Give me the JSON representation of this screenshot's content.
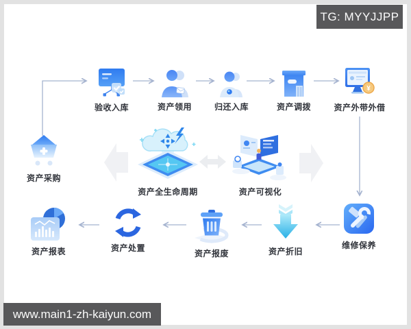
{
  "watermarks": {
    "tg": "TG: MYYJJPP",
    "site": "www.main1-zh-kaiyun.com"
  },
  "nodes": {
    "procurement": "资产采购",
    "acceptance": "验收入库",
    "requisition": "资产领用",
    "return_storage": "归还入库",
    "transfer": "资产调拨",
    "lending": "资产外带外借",
    "lifecycle": "资产全生命周期",
    "visualization": "资产可视化",
    "report": "资产报表",
    "disposal": "资产处置",
    "scrap": "资产报废",
    "depreciation": "资产折旧",
    "maintenance": "维修保养"
  },
  "colors": {
    "accent_blue": "#2f7bf0",
    "deep_blue": "#2b66e0",
    "light_blue": "#cfe4fb",
    "cyan": "#35c4ee",
    "cloud_fill": "#d8f1fc",
    "arrow_line": "#a5b3cf",
    "block_chevron": "#f0f1f4",
    "badge_bg": "#58585a",
    "badge_text": "#fbfbfb",
    "label_text": "#30333a",
    "frame_border": "#e2e2e2",
    "coin_orange": "#f6c97e"
  }
}
